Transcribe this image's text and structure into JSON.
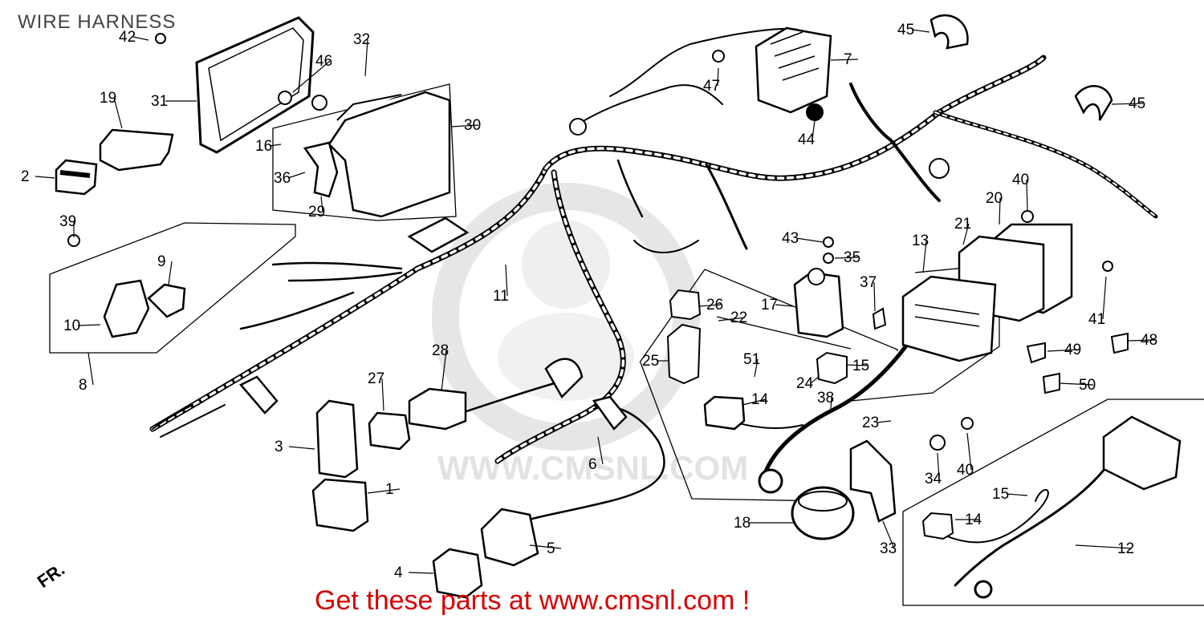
{
  "header": {
    "title": "WIRE HARNESS"
  },
  "footer": {
    "promo": "Get these parts at www.cmsnl.com !"
  },
  "orientation": {
    "label": "FR."
  },
  "watermark": {
    "text": "WWW.CMSNL.COM"
  },
  "colors": {
    "promo": "#d60000",
    "title": "#444444",
    "line": "#000000",
    "watermark": "#e2e2e2"
  },
  "callouts": [
    {
      "num": "42"
    },
    {
      "num": "31"
    },
    {
      "num": "46"
    },
    {
      "num": "32"
    },
    {
      "num": "19"
    },
    {
      "num": "30"
    },
    {
      "num": "16"
    },
    {
      "num": "2"
    },
    {
      "num": "36"
    },
    {
      "num": "29"
    },
    {
      "num": "39"
    },
    {
      "num": "9"
    },
    {
      "num": "10"
    },
    {
      "num": "8"
    },
    {
      "num": "11"
    },
    {
      "num": "47"
    },
    {
      "num": "7"
    },
    {
      "num": "45"
    },
    {
      "num": "45"
    },
    {
      "num": "44"
    },
    {
      "num": "40"
    },
    {
      "num": "20"
    },
    {
      "num": "21"
    },
    {
      "num": "13"
    },
    {
      "num": "43"
    },
    {
      "num": "35"
    },
    {
      "num": "37"
    },
    {
      "num": "17"
    },
    {
      "num": "41"
    },
    {
      "num": "26"
    },
    {
      "num": "22"
    },
    {
      "num": "28"
    },
    {
      "num": "25"
    },
    {
      "num": "51"
    },
    {
      "num": "49"
    },
    {
      "num": "48"
    },
    {
      "num": "15"
    },
    {
      "num": "24"
    },
    {
      "num": "50"
    },
    {
      "num": "27"
    },
    {
      "num": "14"
    },
    {
      "num": "38"
    },
    {
      "num": "23"
    },
    {
      "num": "3"
    },
    {
      "num": "1"
    },
    {
      "num": "6"
    },
    {
      "num": "34"
    },
    {
      "num": "40"
    },
    {
      "num": "15"
    },
    {
      "num": "18"
    },
    {
      "num": "14"
    },
    {
      "num": "33"
    },
    {
      "num": "12"
    },
    {
      "num": "5"
    },
    {
      "num": "4"
    }
  ]
}
